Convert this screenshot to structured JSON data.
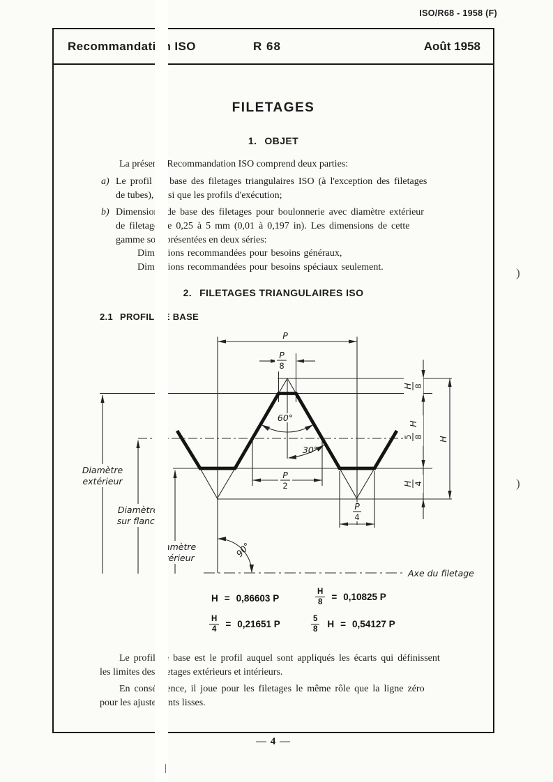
{
  "doc_ref": "ISO/R68 - 1958 (F)",
  "header": {
    "org": "Recommandation ISO",
    "code": "R 68",
    "date": "Août 1958"
  },
  "title": "FILETAGES",
  "sections": {
    "s1_num": "1.",
    "s1_title": "OBJET",
    "s2_num": "2.",
    "s2_title": "FILETAGES TRIANGULAIRES ISO",
    "s21_num": "2.1",
    "s21_title": "PROFIL DE BASE"
  },
  "body": {
    "intro": "La présente Recommandation ISO comprend deux parties:",
    "item_a_marker": "a)",
    "item_a_l1": "Le profil de base des filetages triangulaires ISO (à l'exception des filetages",
    "item_a_l2": "de tubes), ainsi que les profils d'exécution;",
    "item_b_marker": "b)",
    "item_b_l1": "Dimensions de base des filetages pour boulonnerie avec diamètre extérieur",
    "item_b_l2": "de filetage de 0,25 à 5 mm (0,01 à 0,197 in). Les dimensions de cette",
    "item_b_l3": "gamme sont présentées en deux séries:",
    "dim1": "Dimensions recommandées pour besoins généraux,",
    "dim2": "Dimensions recommandées pour besoins spéciaux seulement.",
    "closing1_l1": "Le profil de base est le profil auquel sont appliqués les écarts qui définissent",
    "closing1_l2": "les limites des filetages extérieurs et intérieurs.",
    "closing2_l1": "En conséquence, il joue pour les filetages le même rôle que la ligne zéro",
    "closing2_l2": "pour les ajustements lisses."
  },
  "diagram": {
    "p": "P",
    "p8_num": "P",
    "p8_den": "8",
    "p2_num": "P",
    "p2_den": "2",
    "p4_num": "P",
    "p4_den": "4",
    "h8_num": "H",
    "h8_den": "8",
    "h58_num": "5",
    "h58_den": "8",
    "h58_suffix": "H",
    "h": "H",
    "h4_num": "H",
    "h4_den": "4",
    "angle_60": "60°",
    "angle_30": "30°",
    "angle_90": "90°",
    "diam_ext_l1": "Diamètre",
    "diam_ext_l2": "extérieur",
    "diam_flancs_l1": "Diamètre",
    "diam_flancs_l2": "sur flancs",
    "diam_int_l1": "Diamètre",
    "diam_int_l2": "intérieur",
    "axis_label": "Axe du filetage"
  },
  "formulas": {
    "eq": "=",
    "f1_lhs": "H",
    "f1_val": "0,86603 P",
    "f2_num": "H",
    "f2_den": "4",
    "f2_val": "0,21651 P",
    "f3_num": "H",
    "f3_den": "8",
    "f3_val": "0,10825 P",
    "f4_num": "5",
    "f4_den": "8",
    "f4_suffix": "H",
    "f4_val": "0,54127 P"
  },
  "footer": {
    "page_number": "— 4 —"
  },
  "artifacts": {
    "paren": ")",
    "tick": "|"
  },
  "colors": {
    "ink": "#1c1c1c",
    "paper": "#fbfbf8"
  }
}
